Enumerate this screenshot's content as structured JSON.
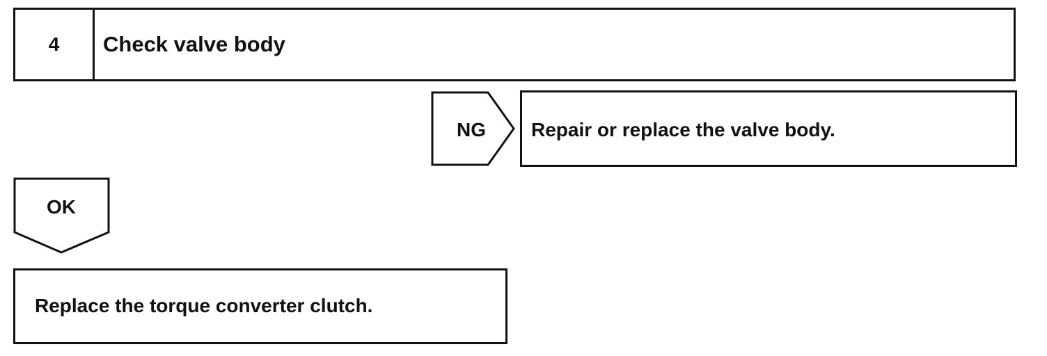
{
  "step": {
    "number": "4",
    "title": "Check valve body"
  },
  "ng_branch": {
    "label": "NG",
    "action": "Repair or replace the valve body."
  },
  "ok_branch": {
    "label": "OK",
    "action": "Replace the torque converter clutch."
  }
}
